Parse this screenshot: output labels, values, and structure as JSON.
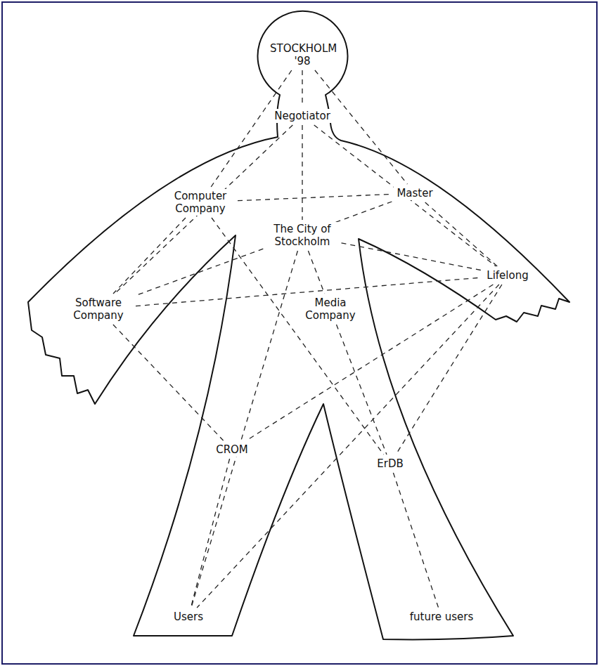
{
  "diagram": {
    "nodes": [
      {
        "text": [
          "STOCKHOLM '98"
        ]
      },
      {
        "text": [
          "Negotiator"
        ]
      },
      {
        "text": [
          "Computer Company"
        ]
      },
      {
        "text": [
          "Master"
        ]
      },
      {
        "text": [
          "Software Company"
        ]
      },
      {
        "text": [
          "The City of Stockholm"
        ]
      },
      {
        "text": [
          "Lifelong"
        ]
      },
      {
        "text": [
          "Media Company"
        ]
      },
      {
        "text": [
          "CROM"
        ]
      },
      {
        "text": [
          "ErDB"
        ]
      },
      {
        "text": [
          "Users"
        ]
      },
      {
        "text": [
          "future users"
        ]
      }
    ],
    "edges": [
      {
        "from": 0,
        "to": 1,
        "arrow": "none"
      },
      {
        "from": 1,
        "to": 5,
        "arrow": "none"
      },
      {
        "from": 0,
        "to": 2,
        "arrow": "none"
      },
      {
        "from": 0,
        "to": 3,
        "arrow": "none"
      },
      {
        "from": 1,
        "to": 4,
        "arrow": "none"
      },
      {
        "from": 1,
        "to": 6,
        "arrow": "none"
      },
      {
        "from": 2,
        "to": 3,
        "arrow": "none"
      },
      {
        "from": 2,
        "to": 4,
        "arrow": "none"
      },
      {
        "from": 2,
        "to": 9,
        "arrow": "none"
      },
      {
        "from": 3,
        "to": 6,
        "arrow": "none"
      },
      {
        "from": 3,
        "to": 4,
        "arrow": "none"
      },
      {
        "from": 4,
        "to": 6,
        "arrow": "none"
      },
      {
        "from": 4,
        "to": 8,
        "arrow": "none"
      },
      {
        "from": 5,
        "to": 6,
        "arrow": "none"
      },
      {
        "from": 5,
        "to": 10,
        "arrow": "none"
      },
      {
        "from": 5,
        "to": 7,
        "arrow": "none"
      },
      {
        "from": 6,
        "to": 8,
        "arrow": "none"
      },
      {
        "from": 6,
        "to": 9,
        "arrow": "none"
      },
      {
        "from": 6,
        "to": 10,
        "arrow": "none"
      },
      {
        "from": 7,
        "to": 9,
        "arrow": "none"
      },
      {
        "from": 8,
        "to": 10,
        "arrow": "none"
      },
      {
        "from": 9,
        "to": 11,
        "arrow": "none"
      }
    ]
  }
}
